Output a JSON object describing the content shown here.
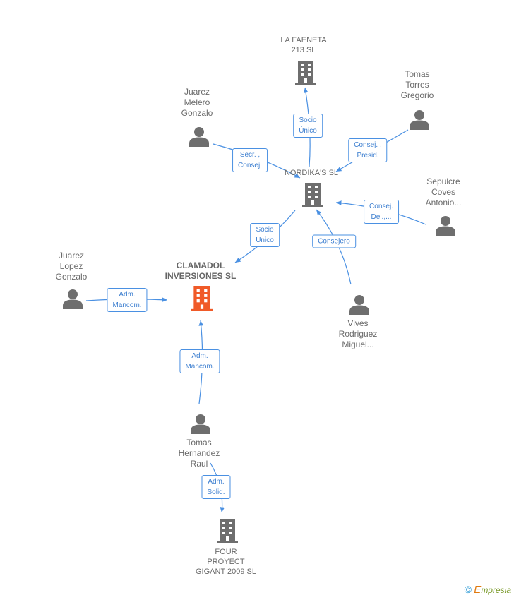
{
  "nodes": {
    "la_faeneta": {
      "lines": [
        "LA FAENETA",
        "213 SL"
      ],
      "kind": "company"
    },
    "tomas_torres": {
      "lines": [
        "Tomas",
        "Torres",
        "Gregorio"
      ],
      "kind": "person"
    },
    "juarez_melero": {
      "lines": [
        "Juarez",
        "Melero",
        "Gonzalo"
      ],
      "kind": "person"
    },
    "nordikas": {
      "lines": [
        "NORDIKA'S SL"
      ],
      "kind": "company"
    },
    "sepulcre": {
      "lines": [
        "Sepulcre",
        "Coves",
        "Antonio..."
      ],
      "kind": "person"
    },
    "juarez_lopez": {
      "lines": [
        "Juarez",
        "Lopez",
        "Gonzalo"
      ],
      "kind": "person"
    },
    "clamadol": {
      "lines": [
        "CLAMADOL",
        "INVERSIONES SL"
      ],
      "kind": "company-main"
    },
    "vives": {
      "lines": [
        "Vives",
        "Rodriguez",
        "Miguel..."
      ],
      "kind": "person"
    },
    "tomas_hernandez": {
      "lines": [
        "Tomas",
        "Hernandez",
        "Raul"
      ],
      "kind": "person"
    },
    "four_proyect": {
      "lines": [
        "FOUR",
        "PROYECT",
        "GIGANT 2009 SL"
      ],
      "kind": "company"
    }
  },
  "edges": {
    "socio_unico_faeneta": [
      "Socio",
      "Único"
    ],
    "secr_consej": [
      "Secr. ,",
      "Consej."
    ],
    "consej_presid": [
      "Consej. ,",
      "Presid."
    ],
    "consej_del": [
      "Consej.",
      "Del.,..."
    ],
    "socio_unico_nordikas": [
      "Socio",
      "Único"
    ],
    "consejero": [
      "Consejero"
    ],
    "adm_mancom_lopez": [
      "Adm.",
      "Mancom."
    ],
    "adm_mancom_hernandez": [
      "Adm.",
      "Mancom."
    ],
    "adm_solid": [
      "Adm.",
      "Solid."
    ]
  },
  "footer": {
    "copyright": "©",
    "brand_first": "E",
    "brand_rest": "mpresia"
  },
  "colors": {
    "edge": "#4a90e2",
    "icon": "#6e6e6e",
    "main_company": "#f05a28"
  },
  "icons": {
    "person": "person-icon",
    "company": "building-icon"
  }
}
